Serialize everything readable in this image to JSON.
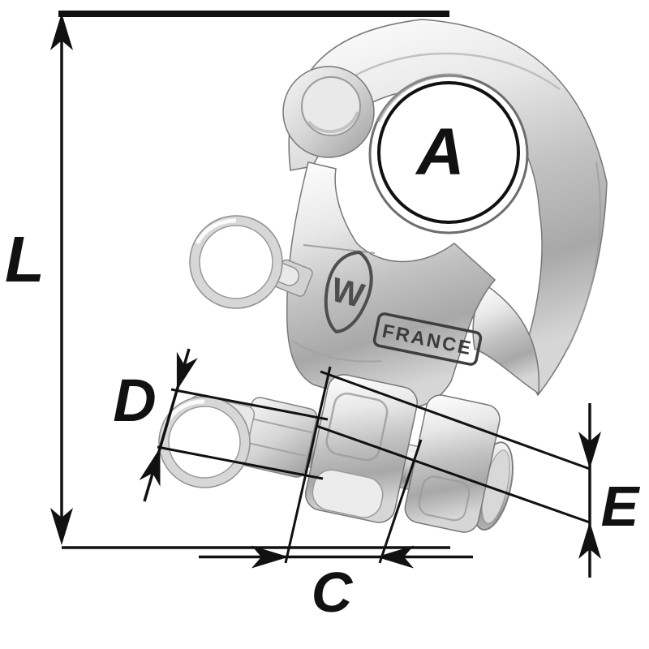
{
  "diagram": {
    "background_color": "#ffffff",
    "annotation_color": "#111111",
    "metal_palette": {
      "highlight": "#fbfbfb",
      "light": "#ececec",
      "mid": "#c7c7c7",
      "shadow": "#989898",
      "edge": "#6f6f6f"
    },
    "dimension_labels": {
      "L": "L",
      "A": "A",
      "D": "D",
      "C": "C",
      "E": "E"
    },
    "product_markings": {
      "logo_letter": "W",
      "origin_stamp": "FRANCE"
    }
  }
}
